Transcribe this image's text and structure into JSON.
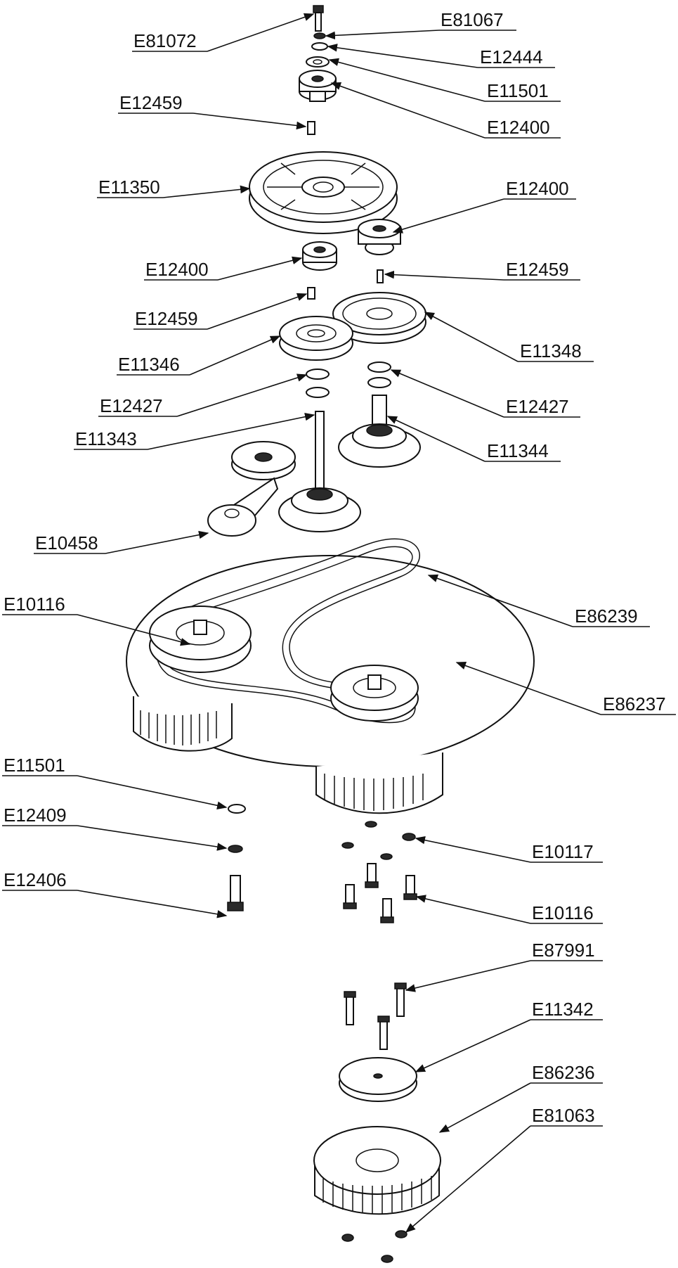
{
  "labels": {
    "e81072": "E81072",
    "e81067": "E81067",
    "e12444": "E12444",
    "e11501_top": "E11501",
    "e12459_top": "E12459",
    "e12400_top": "E12400",
    "e11350": "E11350",
    "e12400_right": "E12400",
    "e12400_mid": "E12400",
    "e12459_right": "E12459",
    "e12459_mid": "E12459",
    "e11348": "E11348",
    "e11346": "E11346",
    "e12427_left": "E12427",
    "e12427_right": "E12427",
    "e11343": "E11343",
    "e11344": "E11344",
    "e10458": "E10458",
    "e10116_top": "E10116",
    "e86239": "E86239",
    "e86237": "E86237",
    "e11501_bottom": "E11501",
    "e12409": "E12409",
    "e10117": "E10117",
    "e12406": "E12406",
    "e10116_bottom": "E10116",
    "e87991": "E87991",
    "e11342": "E11342",
    "e86236": "E86236",
    "e81063": "E81063"
  }
}
